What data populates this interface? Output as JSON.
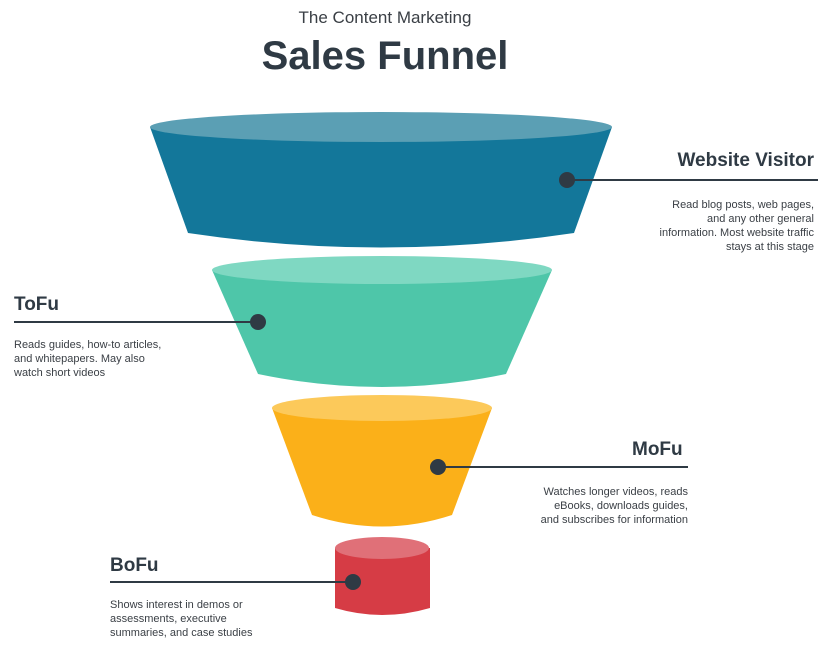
{
  "header": {
    "subtitle": "The Content Marketing",
    "title": "Sales Funnel"
  },
  "stages": {
    "website_visitor": {
      "title": "Website Visitor",
      "description": "Read blog posts, web pages, and any other general information. Most website traffic stays at this stage",
      "color": "#13779a"
    },
    "tofu": {
      "title": "ToFu",
      "description": "Reads guides, how-to articles, and whitepapers. May also watch short videos",
      "color": "#4ec6a9"
    },
    "mofu": {
      "title": "MoFu",
      "description": "Watches longer videos, reads eBooks, downloads guides, and subscribes for information",
      "color": "#fbb019"
    },
    "bofu": {
      "title": "BoFu",
      "description": "Shows interest in demos or assessments, executive summaries, and case studies",
      "color": "#d63c45"
    }
  }
}
